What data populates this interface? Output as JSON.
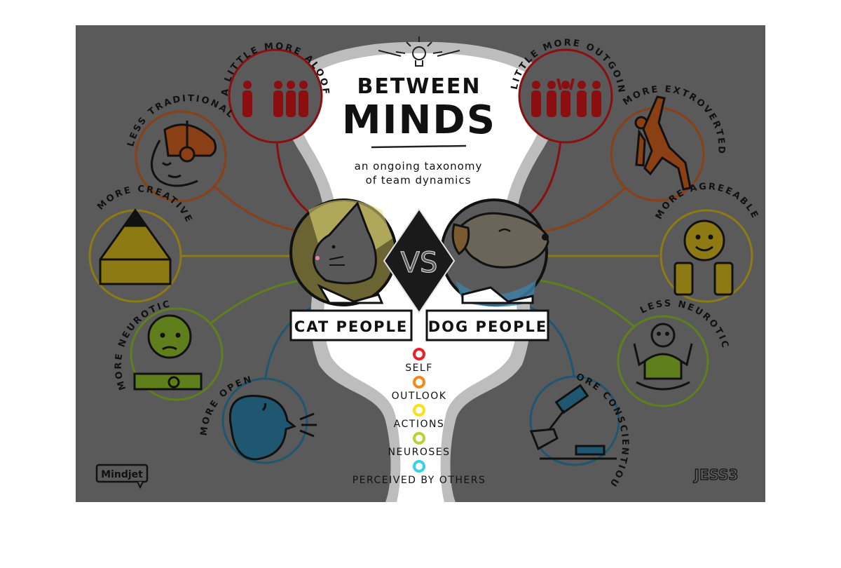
{
  "title_top": "BETWEEN",
  "title_main": "MINDS",
  "subtitle_line1": "an ongoing taxonomy",
  "subtitle_line2": "of team dynamics",
  "versus": "VS",
  "cat_label": "CAT PEOPLE",
  "dog_label": "DOG PEOPLE",
  "traits_left": {
    "aloof": "A LITTLE MORE ALOOF",
    "traditional": "LESS TRADITIONAL",
    "creative": "MORE CREATIVE",
    "neurotic": "MORE NEUROTIC",
    "open": "MORE OPEN"
  },
  "traits_right": {
    "outgoing": "A LITTLE MORE OUTGOING",
    "extroverted": "MORE EXTROVERTED",
    "agreeable": "MORE AGREEABLE",
    "less_neurotic": "LESS NEUROTIC",
    "conscientious": "MORE CONSCIENTIOUS"
  },
  "legend": [
    {
      "label": "SELF",
      "color": "#e8202a"
    },
    {
      "label": "OUTLOOK",
      "color": "#f28a1d"
    },
    {
      "label": "ACTIONS",
      "color": "#f6e11a"
    },
    {
      "label": "NEUROSES",
      "color": "#b5d334"
    },
    {
      "label": "PERCEIVED BY OTHERS",
      "color": "#3ad0e8"
    }
  ],
  "logo_left": "Mindjet",
  "logo_right": "JESS3",
  "colors": {
    "background": "#5a5a5a",
    "self": "#8b0f10",
    "outlook": "#8a3f14",
    "actions": "#8e7a12",
    "neuroses": "#5f7f1c",
    "perceived": "#1f5670"
  }
}
